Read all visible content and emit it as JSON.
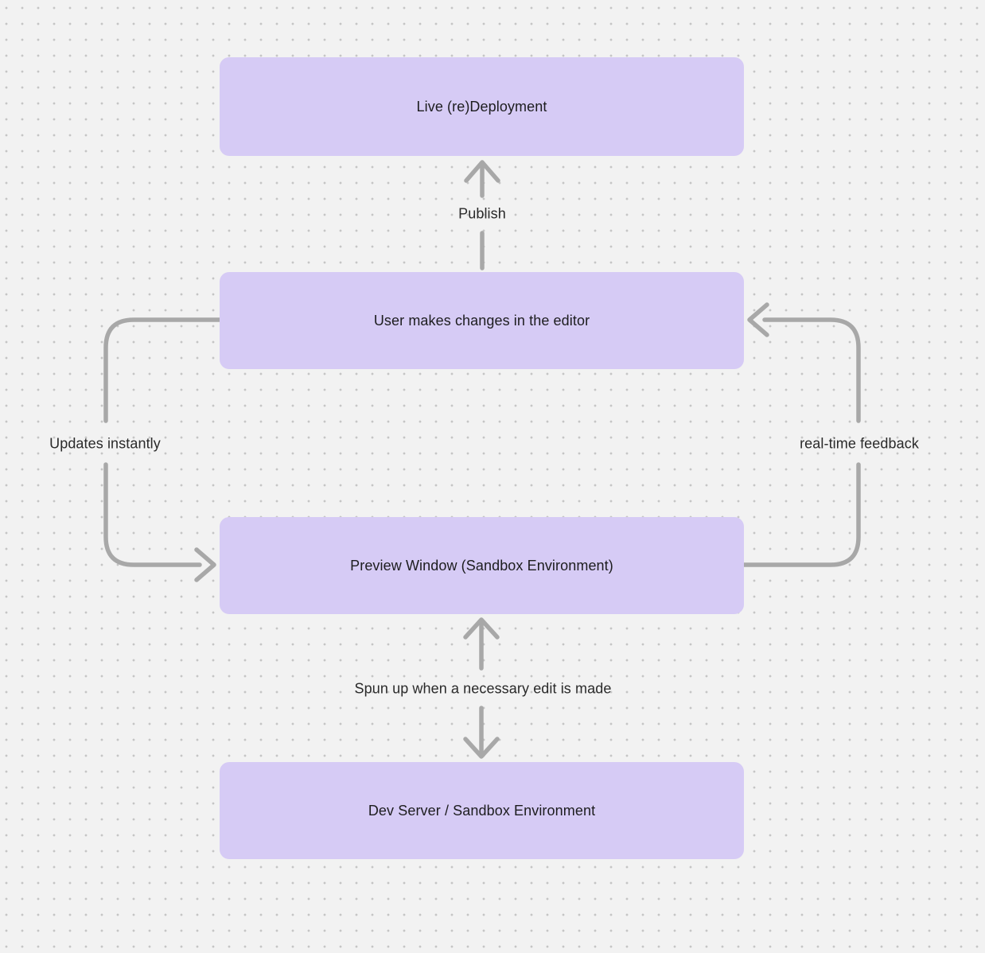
{
  "diagram": {
    "type": "flowchart",
    "nodes": [
      {
        "id": "live-deployment",
        "label": "Live (re)Deployment"
      },
      {
        "id": "user-editor",
        "label": "User makes changes in the editor"
      },
      {
        "id": "preview-window",
        "label": "Preview Window (Sandbox Environment)"
      },
      {
        "id": "dev-server",
        "label": "Dev Server / Sandbox Environment"
      }
    ],
    "edges": [
      {
        "from": "user-editor",
        "to": "live-deployment",
        "label": "Publish",
        "direction": "up"
      },
      {
        "from": "user-editor",
        "to": "preview-window",
        "label": "Updates instantly",
        "direction": "left-loop-down"
      },
      {
        "from": "preview-window",
        "to": "user-editor",
        "label": "real-time feedback",
        "direction": "right-loop-up"
      },
      {
        "from": "preview-window",
        "to": "dev-server",
        "label": "Spun up when a necessary edit is made",
        "direction": "bidirectional"
      }
    ],
    "colors": {
      "background": "#f2f2f2",
      "dot": "#c5c5c5",
      "node_fill": "#d6cbf5",
      "node_text": "#1d1d1f",
      "arrow": "#a8a8a8",
      "label_text": "#2a2a2a"
    }
  }
}
